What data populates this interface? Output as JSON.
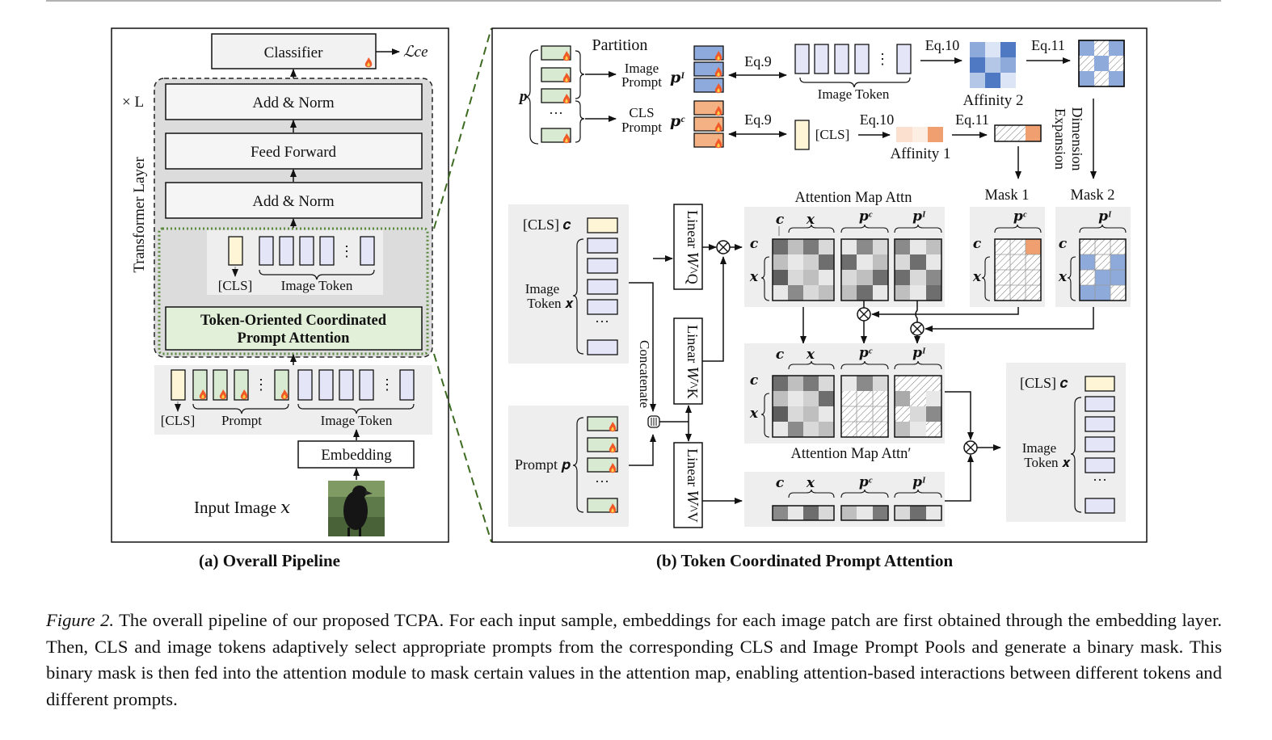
{
  "panel_a": {
    "classifier_label": "Classifier",
    "loss_label": "ℒce",
    "repeat_label": "× L",
    "layer_side_label": "Transformer Layer",
    "add_norm_label": "Add & Norm",
    "feed_forward_label": "Feed Forward",
    "inner_cls_label": "[CLS]",
    "inner_image_token_label": "Image Token",
    "tcpa_line1": "Token-Oriented Coordinated",
    "tcpa_line2": "Prompt Attention",
    "input_cls_label": "[CLS]",
    "input_prompt_label": "Prompt",
    "input_image_token_label": "Image Token",
    "embedding_label": "Embedding",
    "input_image_label": "Input Image 𝑥",
    "caption_letter": "(a)",
    "caption_text": "Overall Pipeline"
  },
  "panel_b": {
    "partition_label": "Partition",
    "p_label": "p",
    "image_prompt_line1": "Image",
    "image_prompt_line2": "Prompt",
    "cls_prompt_line1": "CLS",
    "cls_prompt_line2": "Prompt",
    "p_image_label": "𝒑ᴵ",
    "p_cls_label": "𝒑ᶜ",
    "eq9_label": "Eq.9",
    "eq10_label": "Eq.10",
    "eq11_label": "Eq.11",
    "image_token_label": "Image Token",
    "cls_label": "[CLS]",
    "affinity1_label": "Affinity 1",
    "affinity2_label": "Affinity 2",
    "dimension_label": "Dimension",
    "expansion_label": "Expansion",
    "mask1_label": "Mask 1",
    "mask2_label": "Mask 2",
    "cls_c_label": "[CLS] 𝒄",
    "image_token_x_line1": "Image",
    "image_token_x_line2": "Token 𝒙",
    "prompt_p_label": "Prompt 𝒑",
    "linear_q": "Linear 𝑊^Q",
    "linear_k": "Linear 𝑊^K",
    "linear_v": "Linear 𝑊^V",
    "concatenate_label": "Concatenate",
    "attn_map_title": "Attention Map Attn",
    "attn_map2_title": "Attention Map Attn′",
    "col_c": "𝒄",
    "col_x": "𝒙",
    "col_pc": "𝒑ᶜ",
    "col_pi": "𝒑ᴵ",
    "row_c": "𝒄",
    "row_x": "𝒙",
    "out_cls_c_label": "[CLS] 𝒄",
    "out_image_token_line1": "Image",
    "out_image_token_line2": "Token 𝒙",
    "ellipsis": "···",
    "vdots": "⋮",
    "caption_letter": "(b)",
    "caption_text": "Token Coordinated Prompt Attention"
  },
  "caption": {
    "label": "Figure 2.",
    "text": "The overall pipeline of our proposed TCPA. For each input sample, embeddings for each image patch are first obtained through the embedding layer. Then, CLS and image tokens adaptively select appropriate prompts from the corresponding CLS and Image Prompt Pools and generate a binary mask. This binary mask is then fed into the attention module to mask certain values in the attention map, enabling attention-based interactions between different tokens and different prompts."
  },
  "colors": {
    "cls_token": "#fdf5d6",
    "image_token": "#e4e6f7",
    "prompt_green": "#d9ead3",
    "tcpa_green": "#e2efd9",
    "dotted_green": "#5a8a3c",
    "image_prompt_blue": "#8ea9db",
    "cls_prompt_orange": "#f4b183",
    "mask_blue": "#8eaadb",
    "mask_orange": "#f0a070",
    "panel_gray": "#ececec",
    "flame": "#f05a28"
  }
}
